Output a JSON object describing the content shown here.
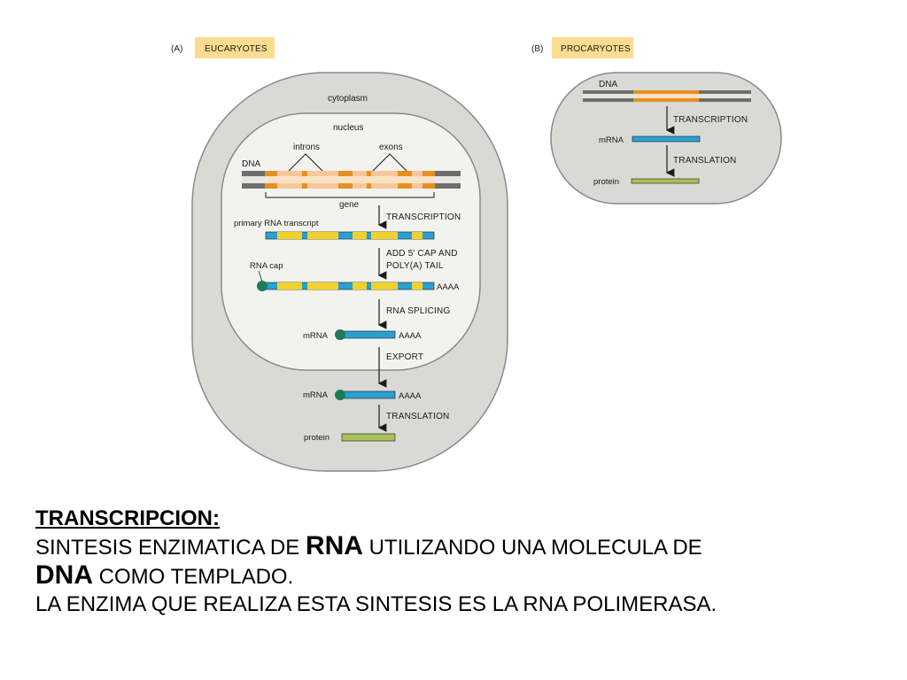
{
  "panel_a": {
    "letter": "(A)",
    "title": "EUCARYOTES",
    "cytoplasm": "cytoplasm",
    "nucleus": "nucleus",
    "introns": "introns",
    "exons": "exons",
    "dna": "DNA",
    "gene": "gene",
    "primary_transcript": "primary RNA transcript",
    "rna_cap": "RNA cap",
    "mrna_1": "mRNA",
    "mrna_2": "mRNA",
    "protein": "protein",
    "poly_a_1": "AAAA",
    "poly_a_2": "AAAA",
    "poly_a_3": "AAAA",
    "steps": {
      "transcription": "TRANSCRIPTION",
      "add_cap_1": "ADD 5' CAP AND",
      "add_cap_2": "POLY(A) TAIL",
      "splicing": "RNA SPLICING",
      "export": "EXPORT",
      "translation": "TRANSLATION"
    }
  },
  "panel_b": {
    "letter": "(B)",
    "title": "PROCARYOTES",
    "dna": "DNA",
    "mrna": "mRNA",
    "protein": "protein",
    "steps": {
      "transcription": "TRANSCRIPTION",
      "translation": "TRANSLATION"
    }
  },
  "colors": {
    "cell_fill": "#d9d9d6",
    "nucleus_fill": "#f2f2ef",
    "label_box": "#fbdc90",
    "dna_strand": "#6e6e6e",
    "gene_orange": "#e8901f",
    "intron_peach": "#f6c79a",
    "rna_blue": "#2aa0d2",
    "intron_yellow": "#f2d12a",
    "cap_green": "#1f7a5a",
    "protein_green": "#a9c25a"
  },
  "caption": {
    "title": "TRANSCRIPCION:",
    "line1_a": "SINTESIS ENZIMATICA DE ",
    "line1_rna": "RNA",
    "line1_b": " UTILIZANDO UNA MOLECULA DE",
    "line2_dna": "DNA",
    "line2_b": " COMO TEMPLADO.",
    "line3": "LA ENZIMA QUE REALIZA ESTA SINTESIS ES LA RNA POLIMERASA."
  }
}
